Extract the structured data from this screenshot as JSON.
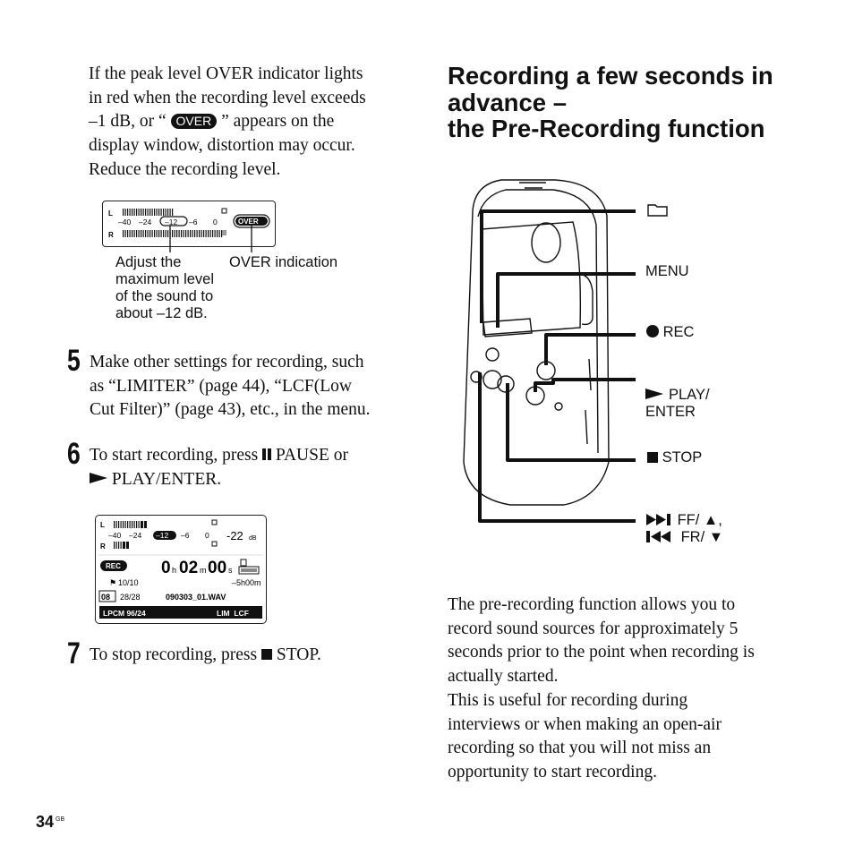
{
  "intro": {
    "line1": "If the peak level OVER indicator lights",
    "line2": "in red when the recording level exceeds",
    "line3_pre": "–1 dB, or “",
    "over_badge": "OVER",
    "line3_post": "” appears on the",
    "line4": "display window, distortion may occur.",
    "line5": "Reduce the recording level."
  },
  "meter_figure": {
    "ch_left": "L",
    "ch_right": "R",
    "scale": [
      "–40",
      "–24",
      "–12",
      "–6",
      "0"
    ],
    "over": "OVER",
    "caption_left": [
      "Adjust the",
      "maximum level",
      "of the sound to",
      "about –12 dB."
    ],
    "caption_right": "OVER indication"
  },
  "steps": [
    {
      "num": "5",
      "lines": [
        "Make other settings for recording, such",
        "as “LIMITER” (page 44), “LCF(Low",
        "Cut Filter)” (page 43), etc., in the menu."
      ]
    },
    {
      "num": "6",
      "line1_pre": "To start recording, press ",
      "line1_post": " PAUSE or",
      "line2": " PLAY/ENTER."
    },
    {
      "num": "7",
      "line_pre": "To stop recording, press ",
      "line_post": " STOP."
    }
  ],
  "display_figure": {
    "ch_left": "L",
    "ch_right": "R",
    "scale": [
      "–40",
      "–24",
      "–12",
      "–6",
      "0"
    ],
    "level": "-22",
    "level_unit": "dB",
    "rec": "REC",
    "time_h": "0",
    "time_h_unit": "h",
    "time_m": "02",
    "time_m_unit": "m",
    "time_s": "00",
    "time_s_unit": "s",
    "remaining": "–5h00m",
    "track": "10/10",
    "folder": "08",
    "file_count": "28/28",
    "filename": "090303_01.WAV",
    "format": "LPCM 96/24",
    "flags": "LIM  LCF"
  },
  "section": {
    "heading": [
      "Recording a few seconds in",
      "advance –",
      "the Pre-Recording function"
    ],
    "device_labels": {
      "folder": "",
      "menu": "MENU",
      "rec": "REC",
      "play": "PLAY/",
      "enter": "ENTER",
      "stop": "STOP",
      "ff": "FF/ ▲,",
      "fr": "FR/ ▼"
    },
    "para1": [
      "The pre-recording function allows you to",
      "record sound sources for approximately 5",
      "seconds prior to the point when recording is",
      "actually started."
    ],
    "para2": [
      "This is useful for recording during",
      "interviews or when making an open-air",
      "recording so that you will not miss an",
      "opportunity to start recording."
    ]
  },
  "footer": {
    "page": "34",
    "suffix": "GB"
  }
}
